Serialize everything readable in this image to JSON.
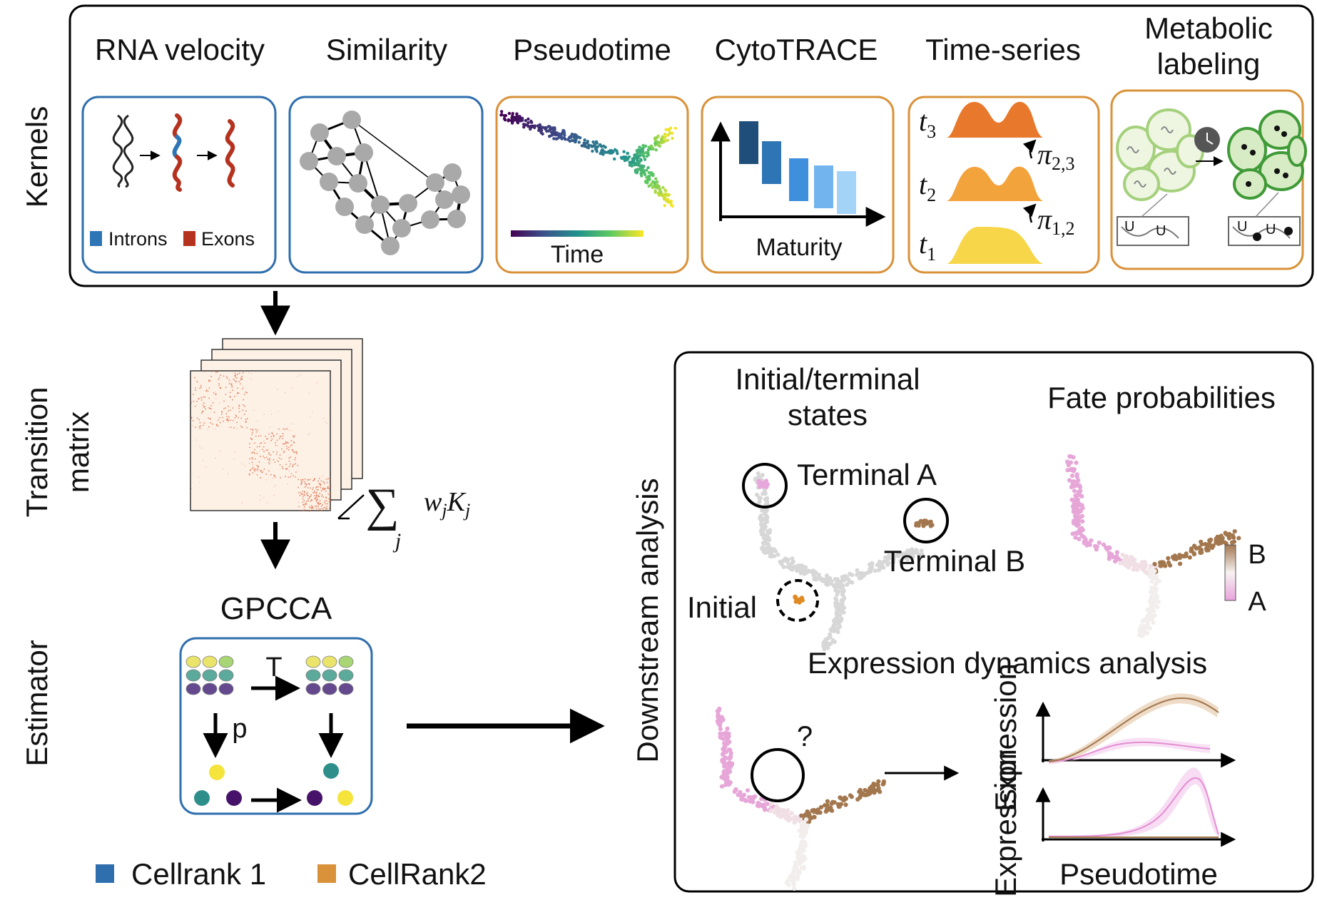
{
  "colors": {
    "cellrank1": "#2f6fad",
    "cellrank2": "#d9923a",
    "exon": "#b5321f",
    "intron": "#2e75b6",
    "node": "#a9a9a9",
    "fate_a": "#e6a6d8",
    "fate_b": "#a3774e"
  },
  "side_labels": {
    "kernels": "Kernels",
    "transition_1": "Transition",
    "transition_2": "matrix",
    "estimator": "Estimator",
    "downstream": "Downstream analysis"
  },
  "kernels": {
    "rna_velocity": {
      "title": "RNA velocity",
      "legend_introns": "Introns",
      "legend_exons": "Exons"
    },
    "similarity": {
      "title": "Similarity"
    },
    "pseudotime": {
      "title": "Pseudotime",
      "axis": "Time"
    },
    "cytotrace": {
      "title": "CytoTRACE",
      "axis": "Maturity"
    },
    "time_series": {
      "title": "Time-series",
      "t3": "t",
      "t3_sub": "3",
      "t2": "t",
      "t2_sub": "2",
      "t1": "t",
      "t1_sub": "1",
      "pi23": "π",
      "pi23_sub": "2,3",
      "pi12": "π",
      "pi12_sub": "1,2"
    },
    "metabolic": {
      "title_1": "Metabolic",
      "title_2": "labeling",
      "u1": "U",
      "u2": "U",
      "u3": "U",
      "u4": "U"
    }
  },
  "combination": {
    "sum": "∑",
    "sum_index": "j",
    "w": "w",
    "w_sub": "j",
    "k": "K",
    "k_sub": "j"
  },
  "estimator": {
    "title": "GPCCA",
    "t_label": "T",
    "p_label": "p"
  },
  "legend": {
    "cellrank1": "Cellrank 1",
    "cellrank2": "CellRank2"
  },
  "downstream": {
    "states_title_1": "Initial/terminal",
    "states_title_2": "states",
    "terminal_a": "Terminal A",
    "terminal_b": "Terminal B",
    "initial": "Initial",
    "fate_title": "Fate probabilities",
    "colorbar_top": "B",
    "colorbar_bottom": "A",
    "expr_title": "Expression dynamics analysis",
    "question": "?",
    "expression_1": "Expression",
    "expression_2": "Expression",
    "pseudotime": "Pseudotime"
  }
}
